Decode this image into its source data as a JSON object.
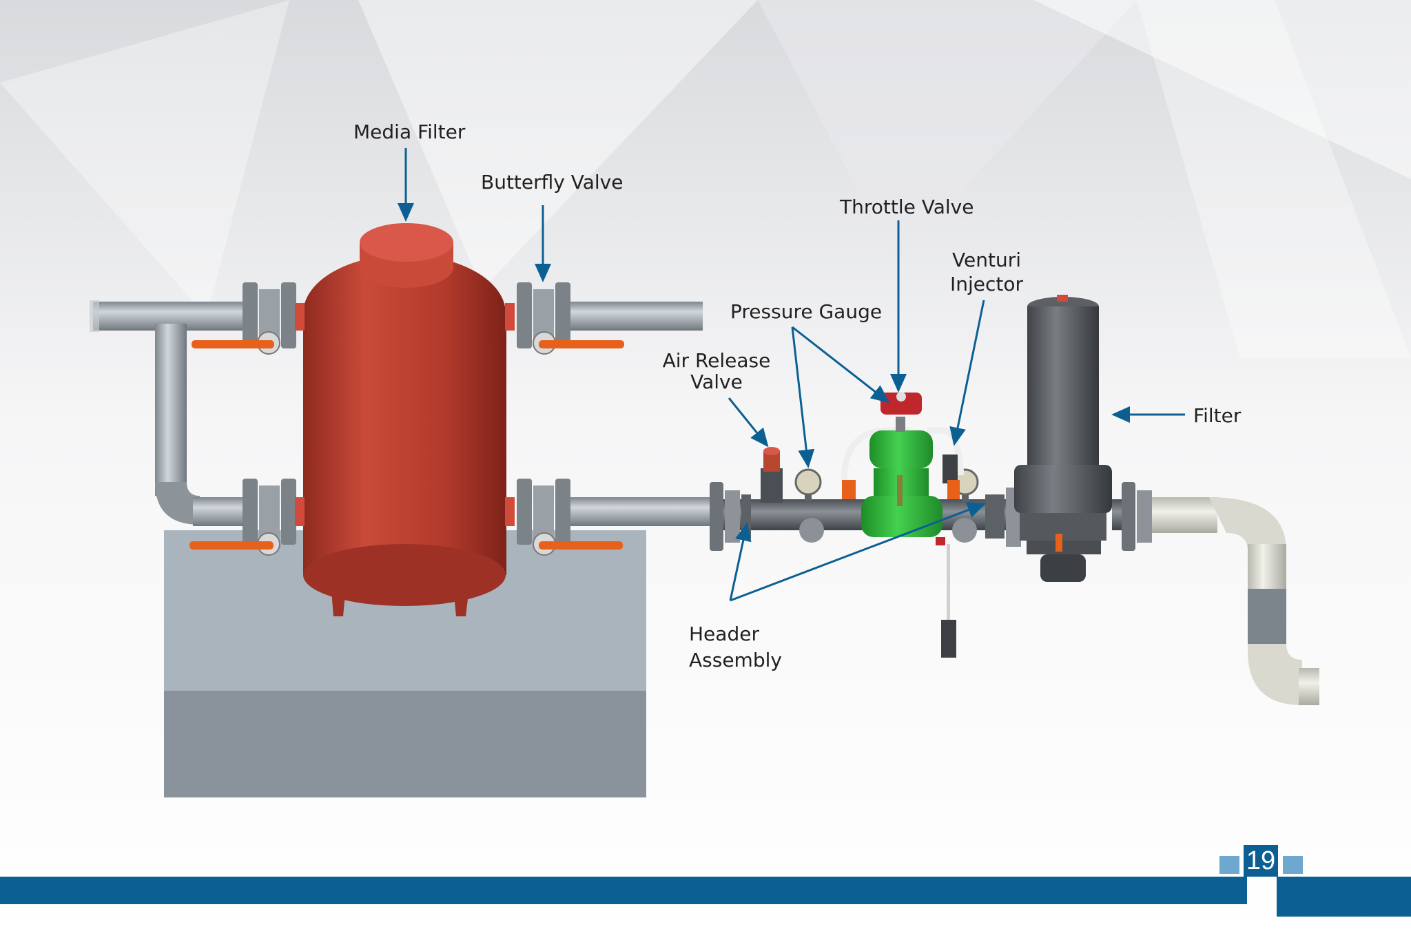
{
  "labels": {
    "media_filter": "Media Filter",
    "butterfly_valve": "Butterfly Valve",
    "throttle_valve": "Throttle Valve",
    "venturi_injector_line1": "Venturi",
    "venturi_injector_line2": "Injector",
    "pressure_gauge": "Pressure Gauge",
    "air_release_valve_line1": "Air Release",
    "air_release_valve_line2": "Valve",
    "filter": "Filter",
    "header_assembly_line1": "Header",
    "header_assembly_line2": "Assembly"
  },
  "footer": {
    "page_number": "19"
  },
  "colors": {
    "arrow": "#0c5f93",
    "brand_blue": "#0c5f93",
    "tank_red": "#b23a2c",
    "valve_green": "#2fb53a",
    "filter_gray": "#55585c",
    "pipe_gray": "#9aa3aa",
    "pvc_white": "#dcddd4",
    "handle_orange": "#e8611a"
  }
}
